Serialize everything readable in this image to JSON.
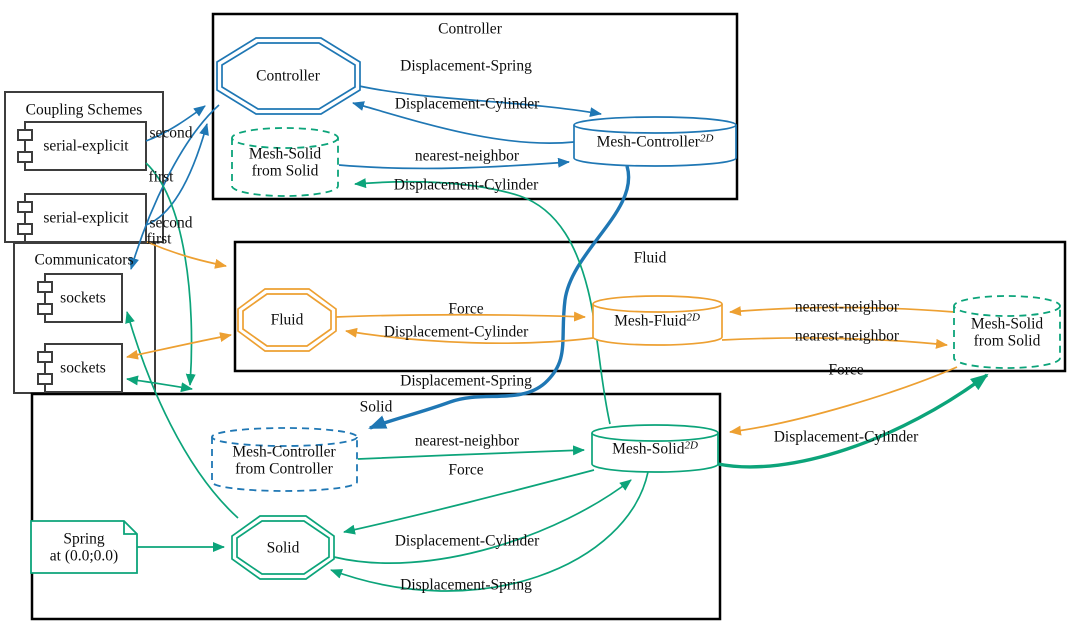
{
  "palette": {
    "controller_blue": "#1f77b4",
    "solid_green": "#0ca47a",
    "fluid_orange": "#eda032",
    "participant_outline": "#000000",
    "group_outline": "#3d3d3d"
  },
  "coupling_schemes": {
    "title": "Coupling Schemes",
    "items": [
      "serial-explicit",
      "serial-explicit"
    ],
    "order_labels": {
      "scheme1_second": "second",
      "scheme1_first": "first",
      "scheme2_second": "second",
      "scheme2_first": "first"
    }
  },
  "communicators": {
    "title": "Communicators",
    "items": [
      "sockets",
      "sockets"
    ]
  },
  "participants": {
    "controller": {
      "box_title": "Controller",
      "solver": "Controller",
      "mesh": {
        "name": "Mesh-Controller",
        "dim": "2D"
      },
      "received_mesh": {
        "line1": "Mesh-Solid",
        "line2": "from Solid"
      },
      "edge_labels": {
        "write": "Displacement-Spring",
        "read": "Displacement-Cylinder",
        "mapping": "nearest-neighbor",
        "exchange_in": "Displacement-Cylinder"
      }
    },
    "fluid": {
      "box_title": "Fluid",
      "solver": "Fluid",
      "mesh": {
        "name": "Mesh-Fluid",
        "dim": "2D"
      },
      "received_mesh": {
        "line1": "Mesh-Solid",
        "line2": "from Solid"
      },
      "edge_labels": {
        "write": "Force",
        "read": "Displacement-Cylinder",
        "mapping_read": "nearest-neighbor",
        "mapping_write": "nearest-neighbor"
      }
    },
    "solid": {
      "box_title": "Solid",
      "solver": "Solid",
      "mesh": {
        "name": "Mesh-Solid",
        "dim": "2D"
      },
      "received_mesh": {
        "line1": "Mesh-Controller",
        "line2": "from Controller"
      },
      "note": {
        "line1": "Spring",
        "line2": "at (0.0;0.0)"
      },
      "edge_labels": {
        "mapping": "nearest-neighbor",
        "read_force": "Force",
        "write_cylinder": "Displacement-Cylinder",
        "read_spring": "Displacement-Spring"
      }
    }
  },
  "exchanges": {
    "force": "Force",
    "displacement_spring": "Displacement-Spring",
    "displacement_cylinder": "Displacement-Cylinder"
  }
}
